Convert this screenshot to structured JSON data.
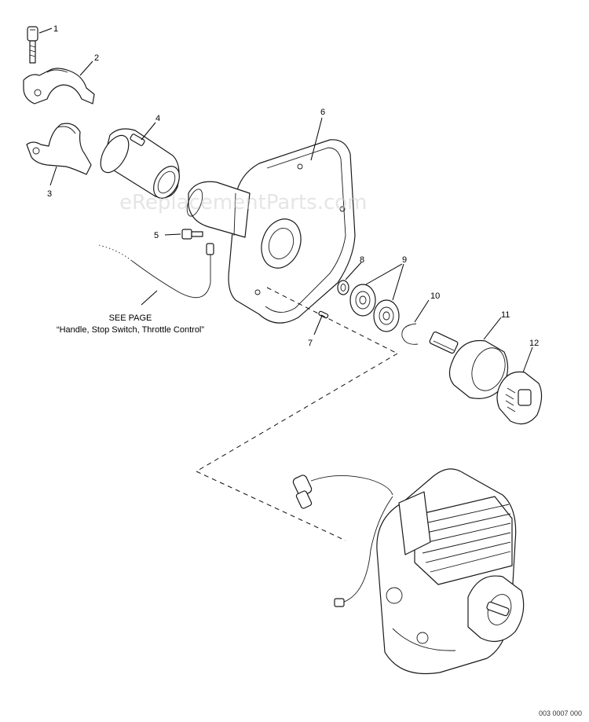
{
  "callouts": {
    "c1": "1",
    "c2": "2",
    "c3": "3",
    "c4": "4",
    "c5": "5",
    "c6": "6",
    "c7": "7",
    "c8": "8",
    "c9": "9",
    "c10": "10",
    "c11": "11",
    "c12": "12"
  },
  "see_page": {
    "line1": "SEE PAGE",
    "line2": "“Handle, Stop Switch, Throttle Control”"
  },
  "watermark": "eReplacementParts.com",
  "diagram_code": "003 0007 000"
}
